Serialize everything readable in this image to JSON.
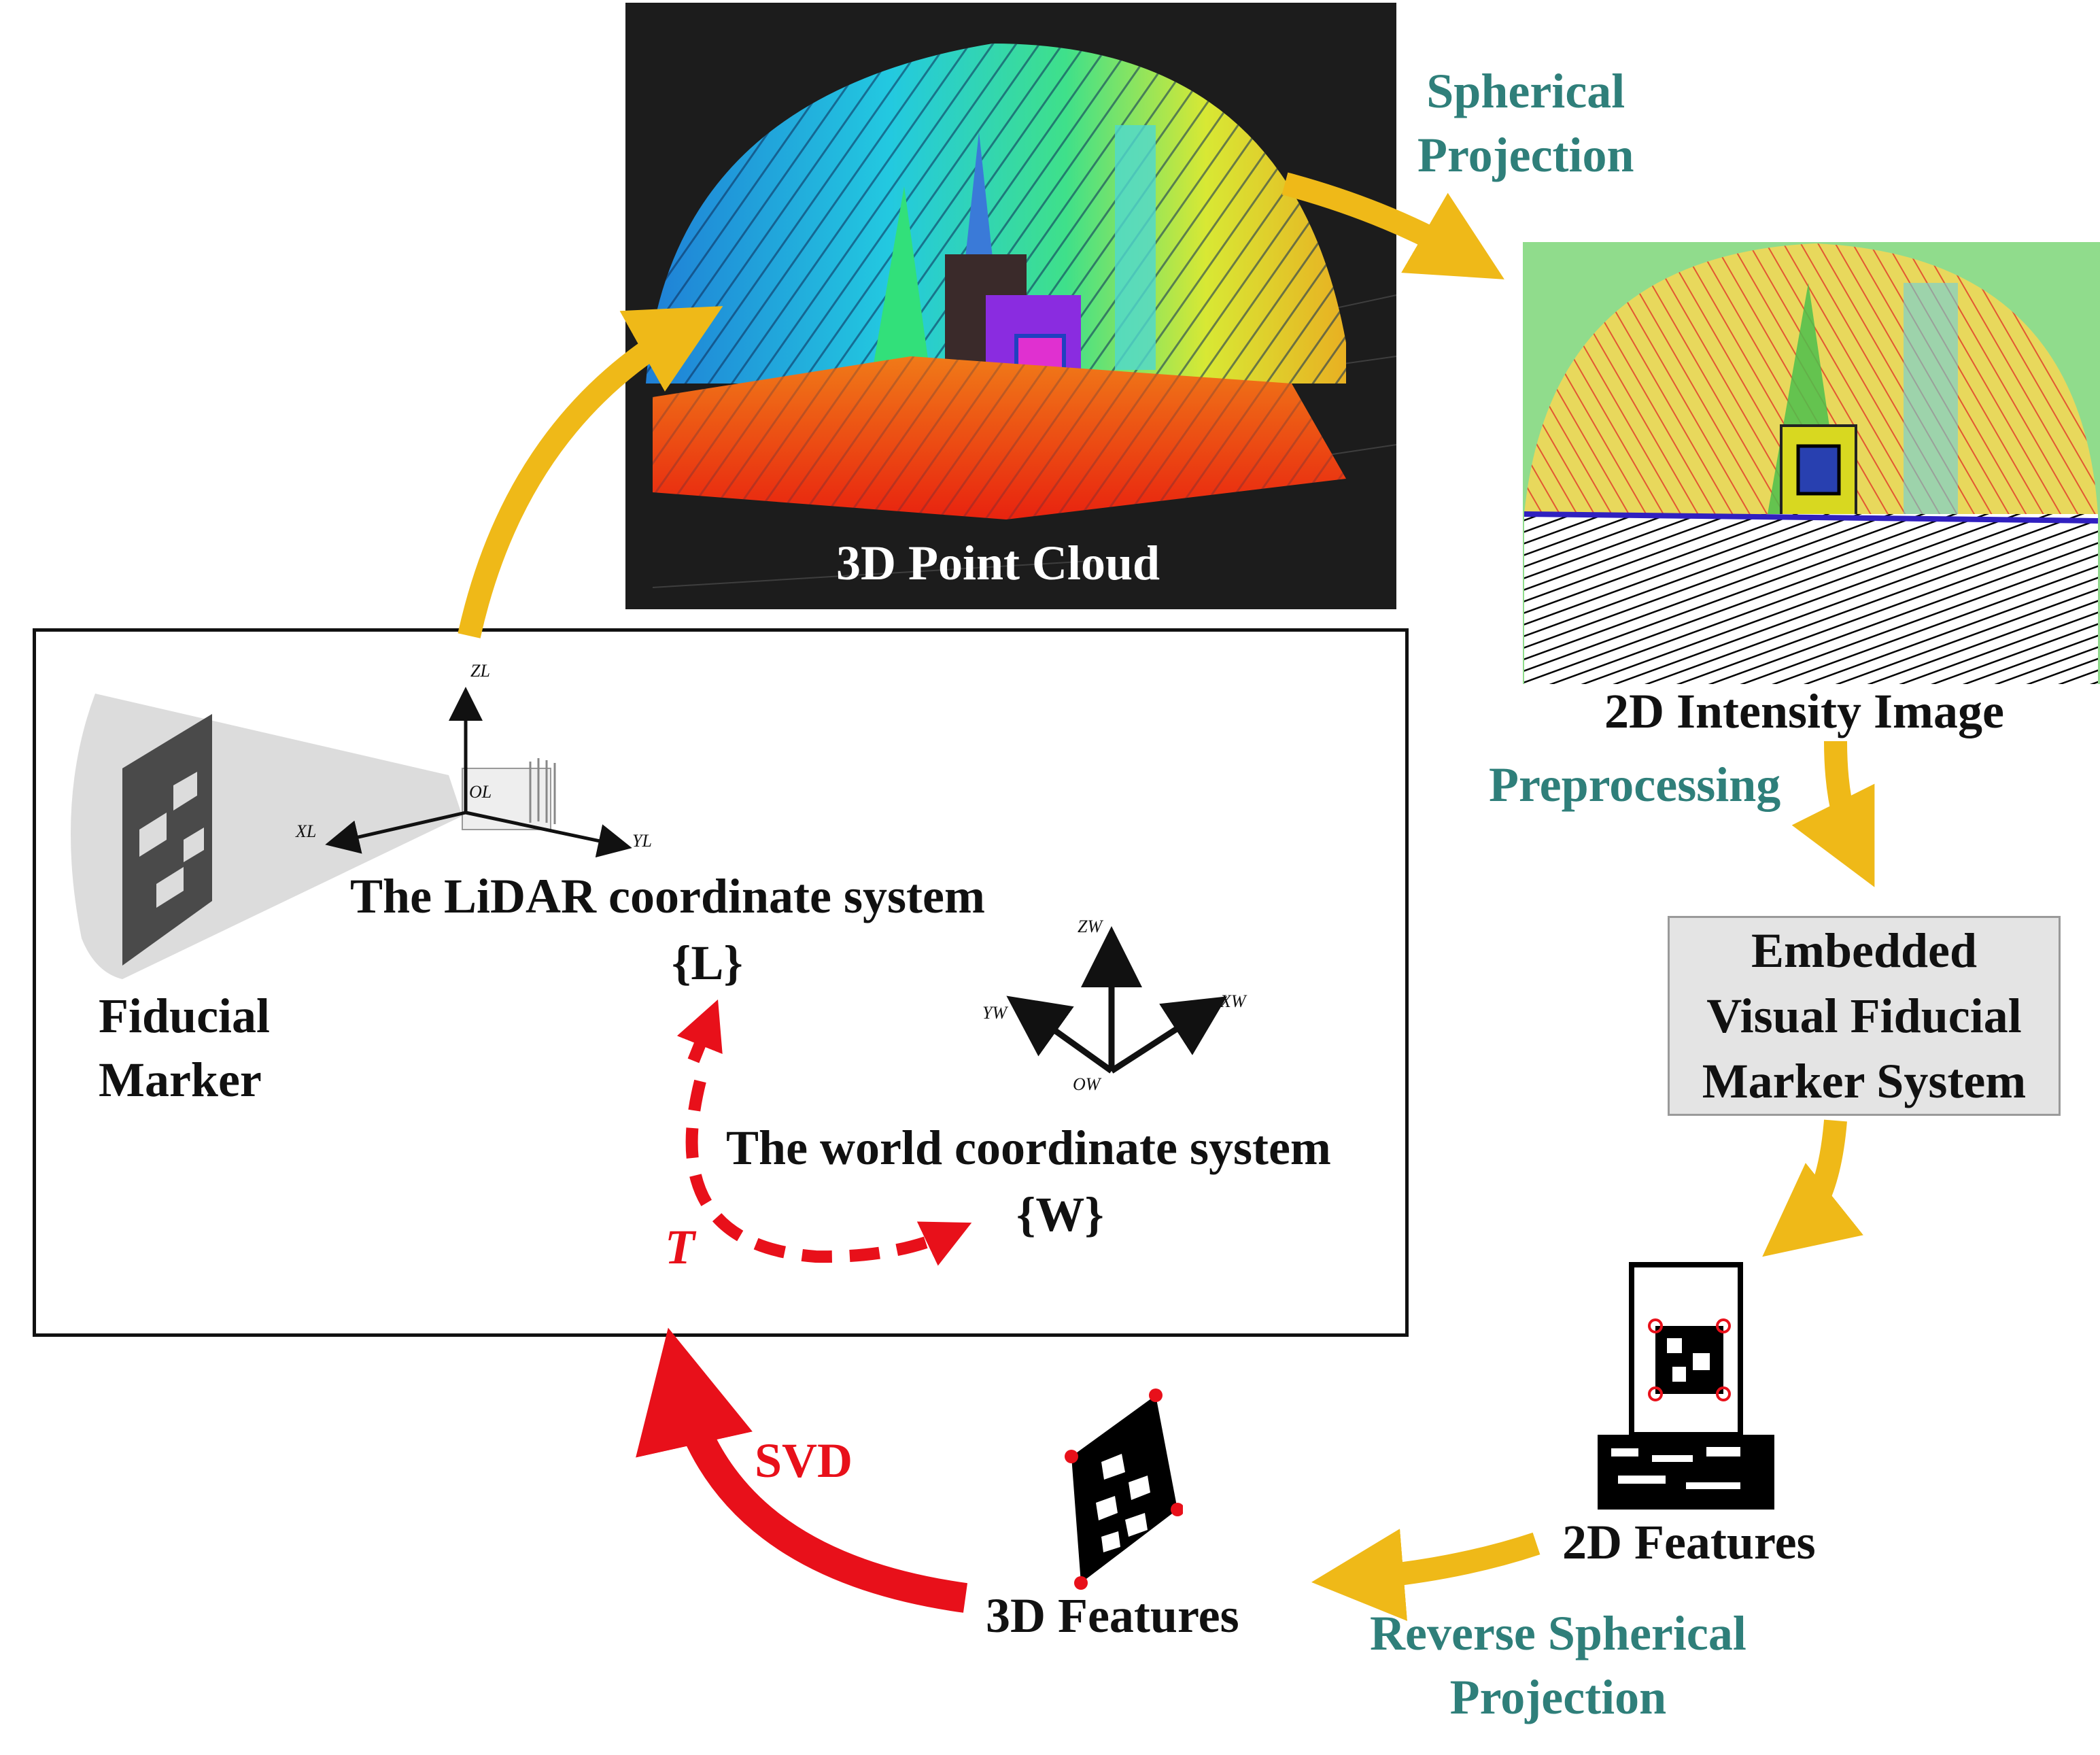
{
  "labels": {
    "point_cloud": "3D Point Cloud",
    "spherical_projection": [
      "Spherical",
      "Projection"
    ],
    "intensity_image": "2D Intensity Image",
    "preprocessing": "Preprocessing",
    "embedded_system": [
      "Embedded",
      "Visual Fiducial",
      "Marker System"
    ],
    "features_2d": "2D Features",
    "reverse_projection": [
      "Reverse Spherical",
      "Projection"
    ],
    "features_3d": "3D Features",
    "svd": "SVD",
    "transform": "T",
    "fiducial_marker": [
      "Fiducial",
      "Marker"
    ],
    "lidar_system": [
      "The LiDAR coordinate system",
      "{L}"
    ],
    "world_system": [
      "The world coordinate system",
      "{W}"
    ]
  },
  "lidar_axes": {
    "z": "ZL",
    "x": "XL",
    "y": "YL",
    "origin": "OL"
  },
  "world_axes": {
    "z": "ZW",
    "x": "XW",
    "y": "YW",
    "origin": "OW"
  },
  "colors": {
    "arrow_yellow": "#efb918",
    "arrow_red": "#e8101a",
    "teal_text": "#2f7f7a",
    "intensity_bg": "#90dc8c",
    "point_cloud_bg": "#1c1c1c",
    "embedded_box": "#e4e4e4"
  }
}
